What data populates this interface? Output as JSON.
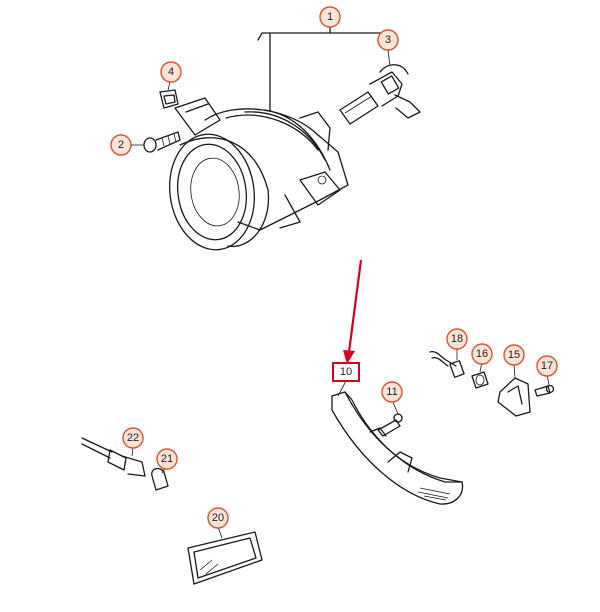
{
  "callouts": [
    {
      "id": "c1",
      "label": "1"
    },
    {
      "id": "c2",
      "label": "2"
    },
    {
      "id": "c3",
      "label": "3"
    },
    {
      "id": "c4",
      "label": "4"
    },
    {
      "id": "c10",
      "label": "10"
    },
    {
      "id": "c11",
      "label": "11"
    },
    {
      "id": "c15",
      "label": "15"
    },
    {
      "id": "c16",
      "label": "16"
    },
    {
      "id": "c17",
      "label": "17"
    },
    {
      "id": "c18",
      "label": "18"
    },
    {
      "id": "c20",
      "label": "20"
    },
    {
      "id": "c21",
      "label": "21"
    },
    {
      "id": "c22",
      "label": "22"
    }
  ],
  "highlight": {
    "label": "10",
    "color": "#d8001d"
  },
  "colors": {
    "callout_fill": "#fbe3d6",
    "callout_stroke": "#d9542f",
    "line": "#1a1a1a"
  }
}
